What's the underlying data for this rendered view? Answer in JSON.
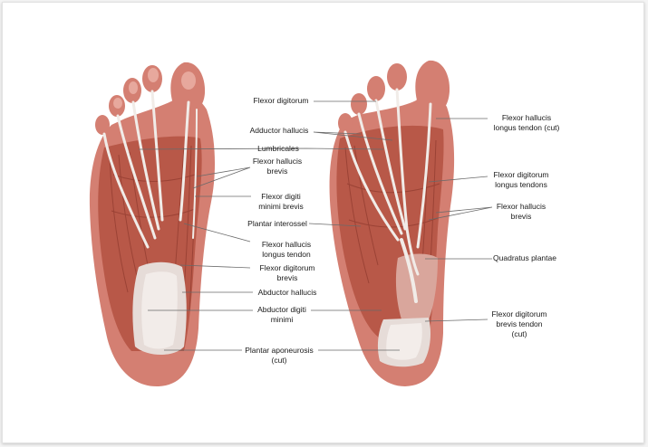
{
  "colors": {
    "background": "#ffffff",
    "skin": "#d47f72",
    "muscle": "#b85848",
    "muscle_dark": "#8f3a2e",
    "tendon": "#f1ece8",
    "fascia": "#e6dcd8",
    "leader_line": "#6a6a6a",
    "label_text": "#1a1a1a"
  },
  "labels": [
    {
      "id": "flexor-digitorum",
      "text": "Flexor digitorum"
    },
    {
      "id": "adductor-hallucis",
      "text": "Adductor hallucis"
    },
    {
      "id": "lumbricales",
      "text": "Lumbricales"
    },
    {
      "id": "flexor-hallucis-brevis",
      "text": "Flexor hallucis\nbrevis"
    },
    {
      "id": "flexor-digiti-minimi-brevis",
      "text": "Flexor digiti\nminimi brevis"
    },
    {
      "id": "plantar-interossei",
      "text": "Plantar interossel"
    },
    {
      "id": "flexor-hallucis-longus-tendon",
      "text": "Flexor hallucis\nlongus tendon"
    },
    {
      "id": "flexor-digitorum-brevis",
      "text": "Flexor digitorum\nbrevis"
    },
    {
      "id": "abductor-hallucis",
      "text": "Abductor hallucis"
    },
    {
      "id": "abductor-digiti-minimi",
      "text": "Abductor digiti\nminimi"
    },
    {
      "id": "plantar-aponeurosis",
      "text": "Plantar aponeurosis\n(cut)"
    },
    {
      "id": "flexor-hallucis-longus-tendon-cut",
      "text": "Flexor hallucis\nlongus tendon (cut)"
    },
    {
      "id": "flexor-digitorum-longus-tendons",
      "text": "Flexor digitorum\nlongus tendons"
    },
    {
      "id": "flexor-hallucis-brevis-right",
      "text": "Flexor hallucis\nbrevis"
    },
    {
      "id": "quadratus-plantae",
      "text": "Quadratus plantae"
    },
    {
      "id": "flexor-digitorum-brevis-tendon-cut",
      "text": "Flexor digitorum\nbrevis tendon\n(cut)"
    }
  ]
}
